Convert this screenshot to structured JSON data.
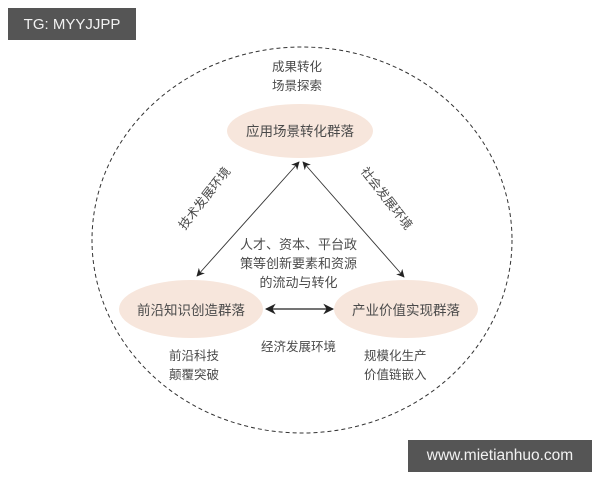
{
  "watermarks": {
    "top_left": "TG: MYYJJPP",
    "bottom_right": "www.mietianhuo.com"
  },
  "diagram": {
    "outer_boundary": "dashed-circle",
    "colors": {
      "node_fill": "#f7e6dc",
      "line": "#333333",
      "text": "#4a4a4a",
      "watermark_bg": "#555555"
    },
    "nodes": {
      "top": {
        "label": "应用场景转化群落",
        "caption_line1": "成果转化",
        "caption_line2": "场景探索"
      },
      "left": {
        "label": "前沿知识创造群落",
        "caption_line1": "前沿科技",
        "caption_line2": "颠覆突破"
      },
      "right": {
        "label": "产业价值实现群落",
        "caption_line1": "规模化生产",
        "caption_line2": "价值链嵌入"
      }
    },
    "edges": {
      "left_top": "技术发展环境",
      "top_right": "社会发展环境",
      "left_right": "经济发展环境"
    },
    "center_text": {
      "line1": "人才、资本、平台政",
      "line2": "策等创新要素和资源",
      "line3": "的流动与转化"
    }
  }
}
